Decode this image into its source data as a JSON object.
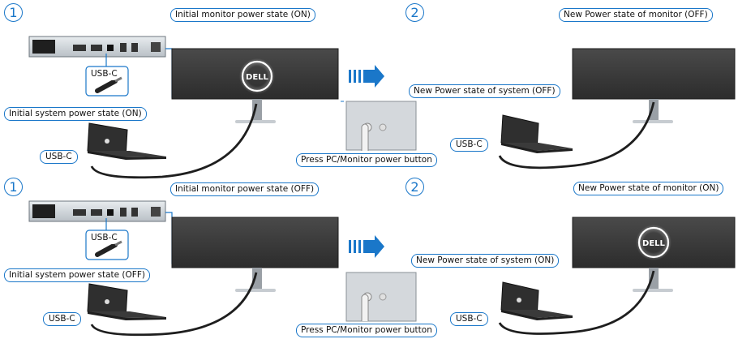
{
  "colors": {
    "accent": "#1a77c9",
    "monitor_screen": "#3a3a3a",
    "dell_logo": "#ffffff"
  },
  "scenario_top": {
    "step1_number": "1",
    "step2_number": "2",
    "monitor_initial_state_label": "Initial monitor power state (ON)",
    "system_initial_state_label": "Initial system power state (ON)",
    "monitor_new_state_label": "New Power state of monitor (OFF)",
    "system_new_state_label": "New Power state of system (OFF)",
    "usbc_cable_label": "USB-C",
    "laptop_usbc_label_left": "USB-C",
    "laptop_usbc_label_right": "USB-C",
    "power_button_label": "Press PC/Monitor power button",
    "monitor_initial_logo": "DELL",
    "monitor_initial_on": true,
    "monitor_new_on": false
  },
  "scenario_bottom": {
    "step1_number": "1",
    "step2_number": "2",
    "monitor_initial_state_label": "Initial monitor power state (OFF)",
    "system_initial_state_label": "Initial system power state (OFF)",
    "monitor_new_state_label": "New Power state of monitor (ON)",
    "system_new_state_label": "New Power state of system (ON)",
    "usbc_cable_label": "USB-C",
    "laptop_usbc_label_left": "USB-C",
    "laptop_usbc_label_right": "USB-C",
    "power_button_label": "Press PC/Monitor power button",
    "monitor_new_logo": "DELL",
    "monitor_initial_on": false,
    "monitor_new_on": true
  }
}
